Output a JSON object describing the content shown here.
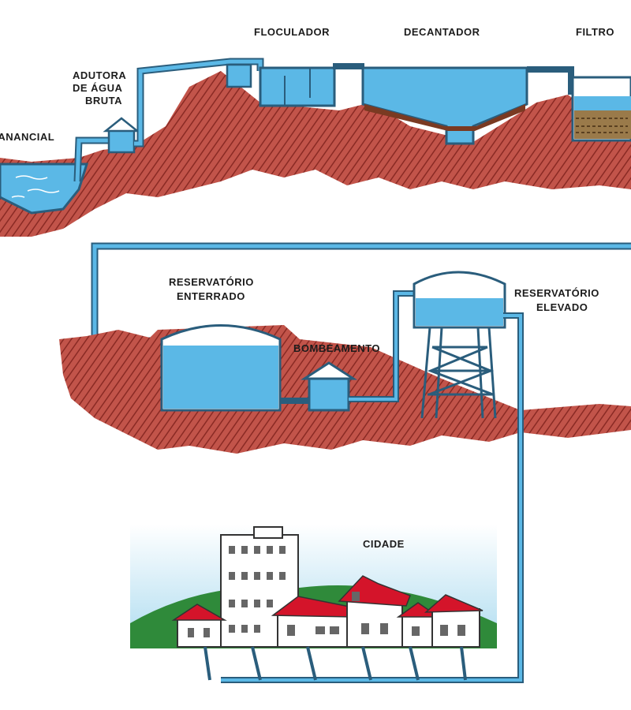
{
  "labels": {
    "manancial": "MANANCIAL",
    "adutora_line1": "ADUTORA",
    "adutora_line2": "DE ÁGUA",
    "adutora_line3": "BRUTA",
    "floculador": "FLOCULADOR",
    "decantador": "DECANTADOR",
    "filtro": "FILTRO",
    "reservatorio_enterrado_line1": "RESERVATÓRIO",
    "reservatorio_enterrado_line2": "ENTERRADO",
    "bombeamento": "BOMBEAMENTO",
    "reservatorio_elevado_line1": "RESERVATÓRIO",
    "reservatorio_elevado_line2": "ELEVADO",
    "cidade": "CIDADE"
  },
  "colors": {
    "earth": "#b5453a",
    "earth_hatch": "#7d2520",
    "water": "#5bb8e6",
    "pipe_outline": "#2a5d7c",
    "roof": "#d4142a",
    "hill": "#2f8a3a",
    "sky": "#bfe3f3",
    "sludge": "#7a3a22",
    "filter_media": "#9a7a4a"
  },
  "icons": [
    "pump-house-icon",
    "water-tower-icon",
    "building-icon",
    "house-icon"
  ]
}
